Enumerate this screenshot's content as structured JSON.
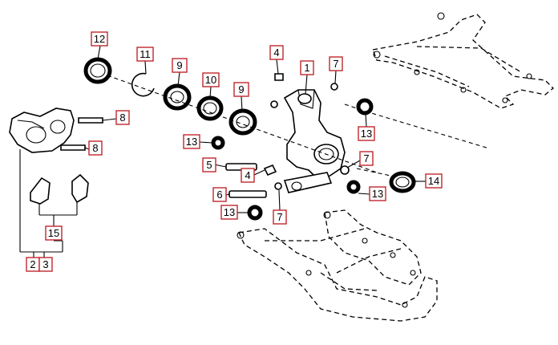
{
  "callouts": {
    "c1": "1",
    "c2": "2",
    "c3": "3",
    "c4a": "4",
    "c4b": "4",
    "c5": "5",
    "c6": "6",
    "c7a": "7",
    "c7b": "7",
    "c7c": "7",
    "c8a": "8",
    "c8b": "8",
    "c9a": "9",
    "c9b": "9",
    "c10": "10",
    "c11": "11",
    "c12": "12",
    "c13a": "13",
    "c13b": "13",
    "c13c": "13",
    "c13d": "13",
    "c14": "14",
    "c15": "15"
  }
}
